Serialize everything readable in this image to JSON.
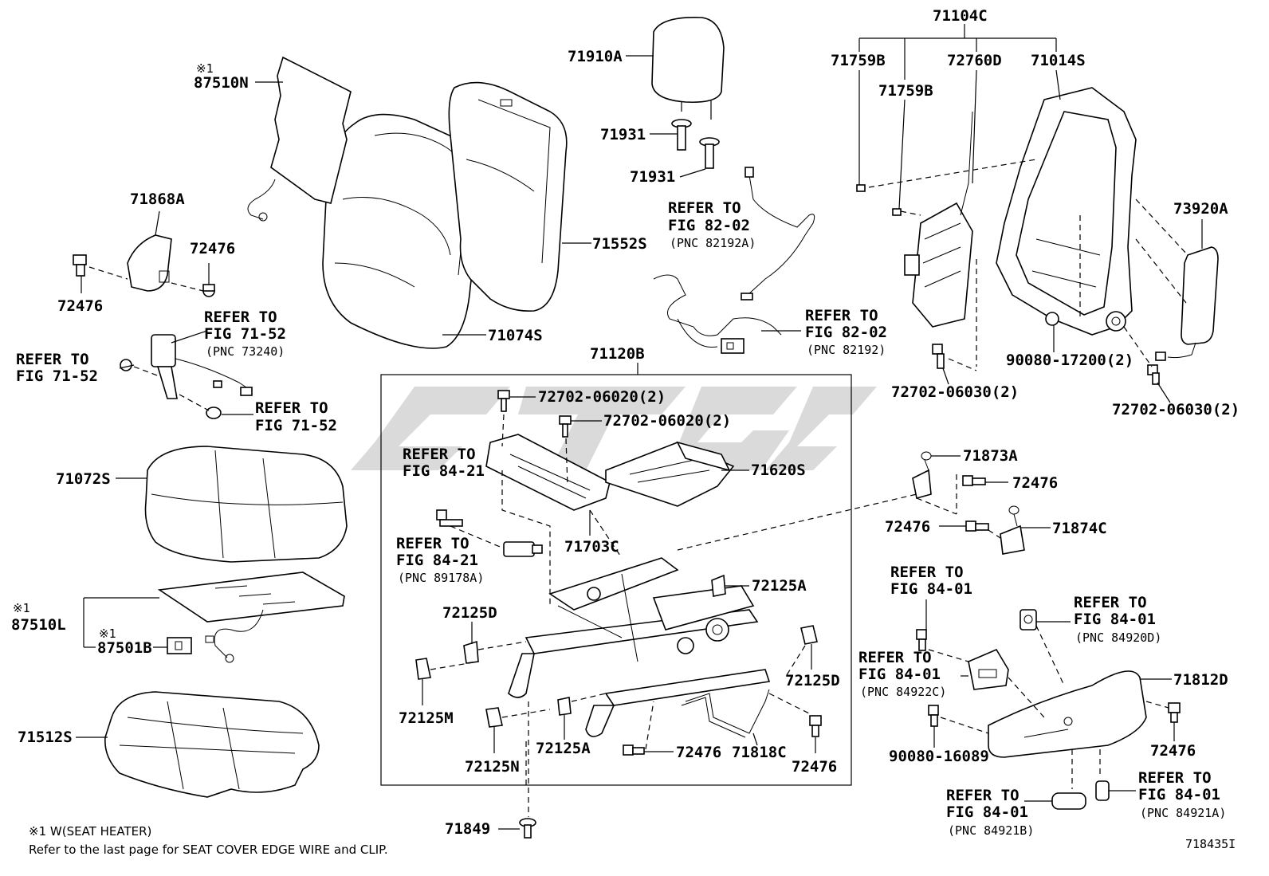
{
  "parts": {
    "p71104C": "71104C",
    "p71759B_a": "71759B",
    "p72760D": "72760D",
    "p71014S": "71014S",
    "p71759B_b": "71759B",
    "p73920A": "73920A",
    "p90080_17200": "90080-17200(2)",
    "p72702_06030_a": "72702-06030(2)",
    "p72702_06030_b": "72702-06030(2)",
    "p71910A": "71910A",
    "p71931_a": "71931",
    "p71931_b": "71931",
    "p71552S": "71552S",
    "p71074S": "71074S",
    "p87510N": "87510N",
    "p87510N_mark": "※1",
    "p71868A": "71868A",
    "p72476_a": "72476",
    "p72476_b": "72476",
    "p71120B": "71120B",
    "p72702_06020_a": "72702-06020(2)",
    "p72702_06020_b": "72702-06020(2)",
    "p71620S": "71620S",
    "p71703C": "71703C",
    "p72125A_a": "72125A",
    "p72125D_a": "72125D",
    "p72125D_b": "72125D",
    "p72125M": "72125M",
    "p72125N": "72125N",
    "p72125A_b": "72125A",
    "p72476_c": "72476",
    "p71818C": "71818C",
    "p72476_d": "72476",
    "p71849": "71849",
    "p71072S": "71072S",
    "p87510L": "87510L",
    "p87510L_mark": "※1",
    "p87501B": "87501B",
    "p87501B_mark": "※1",
    "p71512S": "71512S",
    "p71873A": "71873A",
    "p72476_e": "72476",
    "p72476_f": "72476",
    "p71874C": "71874C",
    "p71812D": "71812D",
    "p72476_g": "72476",
    "p90080_16089": "90080-16089"
  },
  "refs": {
    "r1": [
      "REFER TO",
      "FIG 71-52",
      "(PNC 73240)"
    ],
    "r2": [
      "REFER TO",
      "FIG 71-52"
    ],
    "r3": [
      "REFER TO",
      "FIG 71-52"
    ],
    "r4": [
      "REFER TO",
      "FIG 82-02",
      "(PNC 82192A)"
    ],
    "r5": [
      "REFER TO",
      "FIG 82-02",
      "(PNC 82192)"
    ],
    "r6": [
      "REFER TO",
      "FIG 84-21"
    ],
    "r7": [
      "REFER TO",
      "FIG 84-21",
      "(PNC 89178A)"
    ],
    "r8": [
      "REFER TO",
      "FIG 84-01"
    ],
    "r9": [
      "REFER TO",
      "FIG 84-01",
      "(PNC 84920D)"
    ],
    "r10": [
      "REFER TO",
      "FIG 84-01",
      "(PNC 84922C)"
    ],
    "r11": [
      "REFER TO",
      "FIG 84-01",
      "(PNC 84921B)"
    ],
    "r12": [
      "REFER TO",
      "FIG 84-01",
      "(PNC 84921A)"
    ]
  },
  "notes": {
    "footnote1": "※1 W(SEAT HEATER)",
    "footnote2": "Refer to the last page for SEAT COVER EDGE WIRE and CLIP.",
    "figure_id": "718435I"
  },
  "colors": {
    "ink": "#000000",
    "watermark": "#d4d4d4",
    "paper": "#ffffff"
  }
}
